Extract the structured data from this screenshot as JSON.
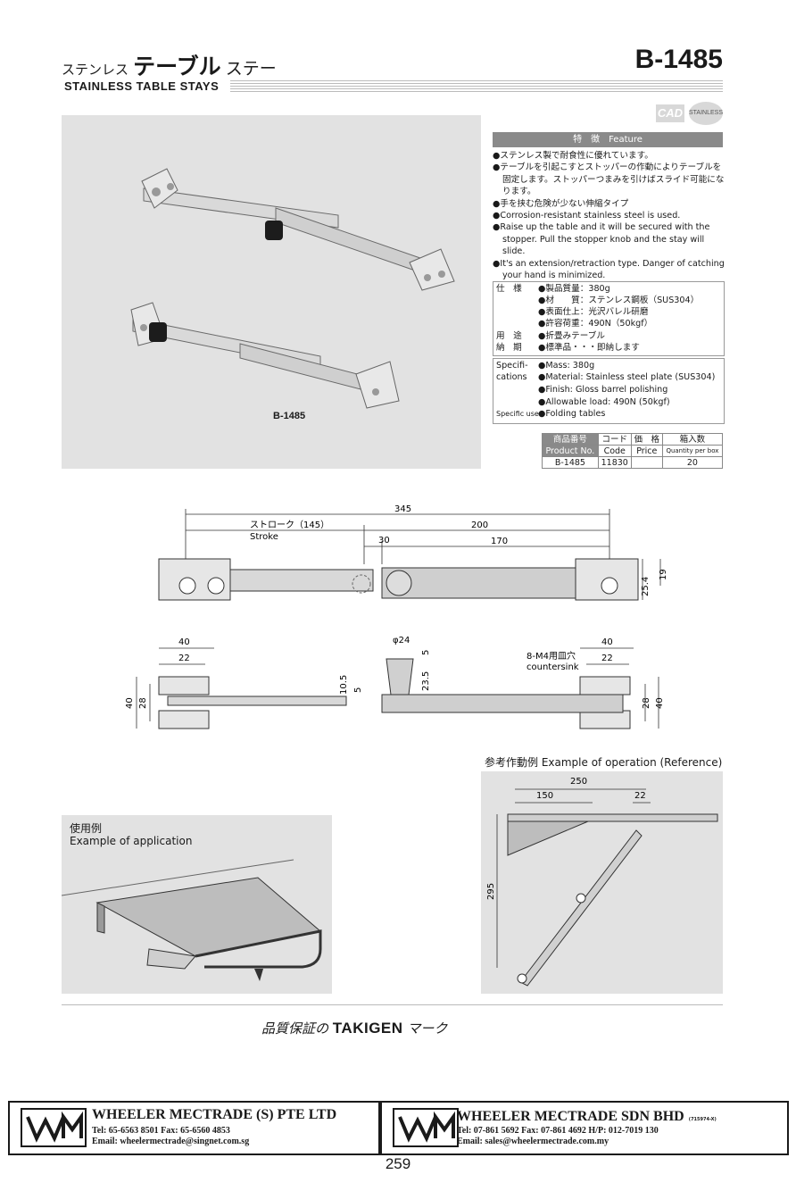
{
  "header": {
    "title_prefix": "ステンレス",
    "title_main": "テーブル",
    "title_suffix": "ステー",
    "model": "B-1485",
    "subtitle": "STAINLESS TABLE STAYS"
  },
  "badges": {
    "cad": "CAD",
    "stainless": "STAINLESS"
  },
  "photo": {
    "caption": "B-1485"
  },
  "features": {
    "heading": "特　徴　Feature",
    "items": [
      "●ステンレス製で耐食性に優れています。",
      "●テーブルを引起こすとストッパーの作動によりテーブルを固定します。ストッパーつまみを引けばスライド可能になります。",
      "●手を挟む危険が少ない伸縮タイプ",
      "●Corrosion-resistant stainless steel is used.",
      "●Raise up the table and it will be secured with the stopper. Pull the stopper knob and the stay will slide.",
      "●It's an extension/retraction type. Danger of catching your hand is minimized."
    ]
  },
  "spec_jp": {
    "label_spec": "仕　様",
    "label_use": "用　途",
    "label_delivery": "納　期",
    "items": [
      "●製品質量：380g",
      "●材　　質：ステンレス鋼板（SUS304）",
      "●表面仕上：光沢バレル研磨",
      "●許容荷重：490N（50kgf）",
      "●折畳みテーブル",
      "●標準品・・・即納します"
    ]
  },
  "spec_en": {
    "label_spec_1": "Specifi-",
    "label_spec_2": "cations",
    "label_use": "Specific use",
    "items": [
      "●Mass: 380g",
      "●Material: Stainless steel plate (SUS304)",
      "●Finish: Gloss barrel polishing",
      "●Allowable load: 490N (50kgf)",
      "●Folding tables"
    ]
  },
  "price_table": {
    "headers": [
      [
        "商品番号",
        "Product No."
      ],
      [
        "コード",
        "Code"
      ],
      [
        "価　格",
        "Price"
      ],
      [
        "箱入数",
        "Quantity per box"
      ]
    ],
    "rows": [
      [
        "B-1485",
        "11830",
        "",
        "20"
      ]
    ]
  },
  "drawing_top": {
    "dim_total": "345",
    "dim_stroke": "ストローク（145）",
    "dim_stroke_en": "Stroke",
    "dim_200": "200",
    "dim_30": "30",
    "dim_170": "170",
    "dim_25_4": "25.4",
    "dim_19": "19"
  },
  "drawing_side": {
    "dim_40_left": "40",
    "dim_22_left": "22",
    "dim_40_v": "40",
    "dim_28_v": "28",
    "dim_phi24": "φ24",
    "dim_5_top": "5",
    "dim_23_5": "23.5",
    "dim_10_5": "10.5",
    "dim_5_mid": "5",
    "dim_40_right": "40",
    "dim_22_right": "22",
    "hole_label": "8-M4用皿穴",
    "hole_label_en": "countersink",
    "dim_28_right": "28",
    "dim_40_right_v": "40"
  },
  "operation": {
    "title": "参考作動例 Example of operation (Reference)",
    "dim_250": "250",
    "dim_150": "150",
    "dim_22": "22",
    "dim_295": "295"
  },
  "application": {
    "title_jp": "使用例",
    "title_en": "Example of application"
  },
  "quality": {
    "prefix": "品質保証の",
    "brand": "TAKIGEN",
    "suffix": "マーク"
  },
  "footer": {
    "left": {
      "name": "WHEELER MECTRADE (S) PTE LTD",
      "tel": "Tel: 65-6563 8501   Fax: 65-6560 4853",
      "email": "Email: wheelermectrade@singnet.com.sg"
    },
    "right": {
      "name": "WHEELER MECTRADE SDN BHD",
      "reg": "(715974-X)",
      "tel": "Tel: 07-861 5692  Fax: 07-861 4692  H/P: 012-7019 130",
      "email": "Email:  sales@wheelermectrade.com.my"
    },
    "logo": "WM"
  },
  "page_number": "259"
}
